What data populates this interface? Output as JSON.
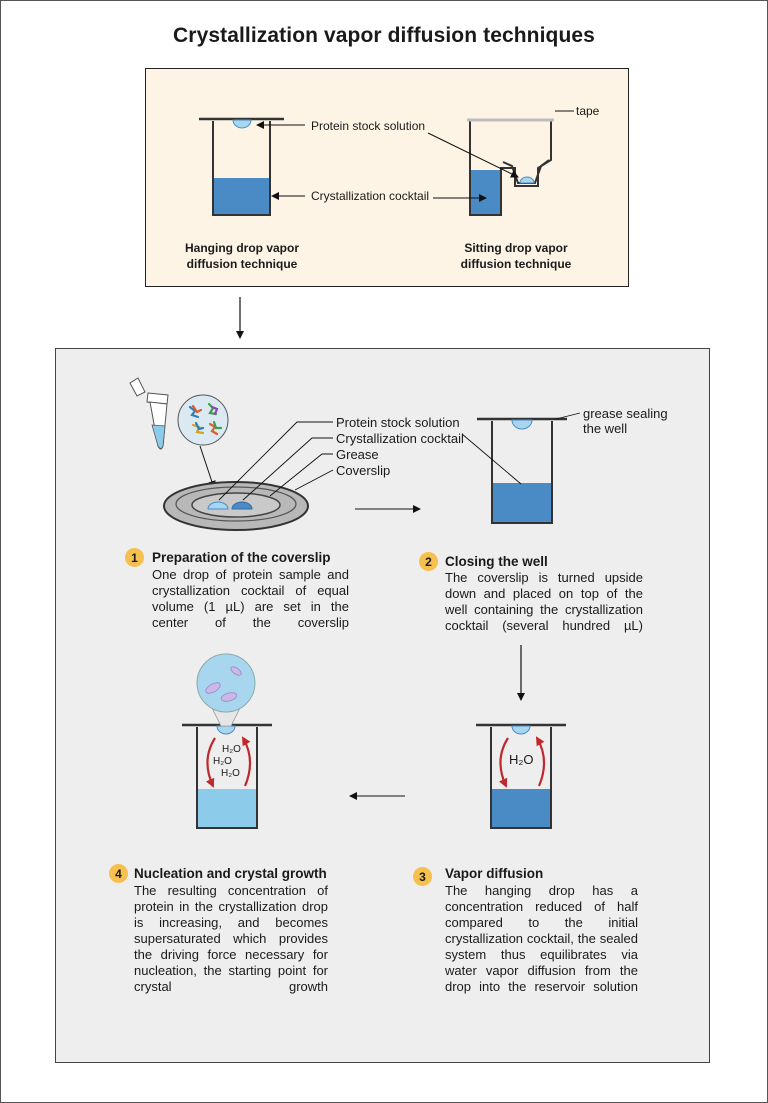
{
  "title": "Crystallization vapor diffusion techniques",
  "top": {
    "label_protein": "Protein stock solution",
    "label_cocktail": "Crystallization cocktail",
    "label_tape": "tape",
    "caption_hanging": "Hanging drop vapor diffusion technique",
    "caption_sitting": "Sitting drop vapor diffusion technique"
  },
  "step1": {
    "number": "1",
    "heading": "Preparation of the coverslip",
    "body": "One drop of protein sample and crystallization cocktail of equal volume (1 µL) are set in the center of the coverslip",
    "labels": [
      "Protein stock solution",
      "Crystallization cocktail",
      "Grease",
      "Coverslip"
    ]
  },
  "step2": {
    "number": "2",
    "heading": "Closing the well",
    "body": "The coverslip is turned upside down and placed on top of the well containing the crystallization cocktail (several hundred µL)",
    "label_grease": "grease sealing the well"
  },
  "step3": {
    "number": "3",
    "heading": "Vapor diffusion",
    "body": "The hanging drop has a concentration reduced of half compared to the initial crystallization cocktail, the sealed system thus equilibrates via water vapor diffusion from the drop into the reservoir solution",
    "h2o": "H₂O"
  },
  "step4": {
    "number": "4",
    "heading": "Nucleation and crystal growth",
    "body": "The resulting concentration of protein in the crystallization drop is increasing, and becomes supersaturated which provides the driving force necessary for nucleation, the starting point for crystal growth",
    "h2o": [
      "H₂O",
      "H₂O",
      "H₂O"
    ]
  },
  "colors": {
    "reservoir_dark": "#4a8bc6",
    "reservoir_light": "#8ccbea",
    "drop": "#a9d6ef",
    "badge": "#f5c04d",
    "vapor_arrow": "#c0282d",
    "top_panel_bg": "#fdf4e6",
    "bottom_panel_bg": "#efeeee"
  }
}
